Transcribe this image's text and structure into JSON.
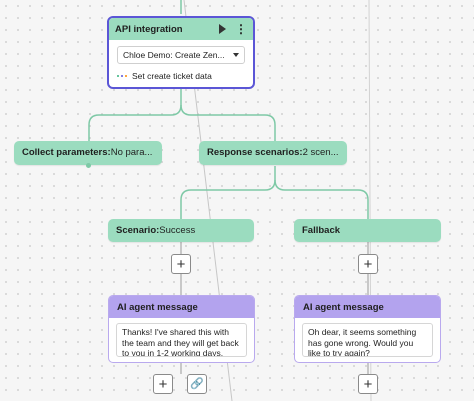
{
  "api_node": {
    "title": "API integration",
    "select_value": "Chloe Demo: Create Zen...",
    "action_label": "Set create ticket data",
    "action_dot_colors": [
      "#36b37e",
      "#5b56d6",
      "#ff8b00"
    ]
  },
  "collect_node": {
    "label": "Collect parameters:",
    "value": "No para..."
  },
  "response_node": {
    "label": "Response scenarios:",
    "value": "2 scen..."
  },
  "scenario_node": {
    "label": "Scenario:",
    "value": "Success"
  },
  "fallback_node": {
    "label": "Fallback"
  },
  "add_button_glyph": "+",
  "link_button_glyph": "🔗",
  "messages": [
    {
      "title": "AI agent message",
      "text": "Thanks! I've shared this with the team and they will get back to you in 1-2 working days."
    },
    {
      "title": "AI agent message",
      "text": "Oh dear, it seems something has gone wrong. Would you like to try again?"
    }
  ],
  "colors": {
    "node_green": "#9bdcbf",
    "connector_green": "#7ec9a6",
    "selected_border": "#5b56d6",
    "message_purple": "#b3a3ee"
  }
}
